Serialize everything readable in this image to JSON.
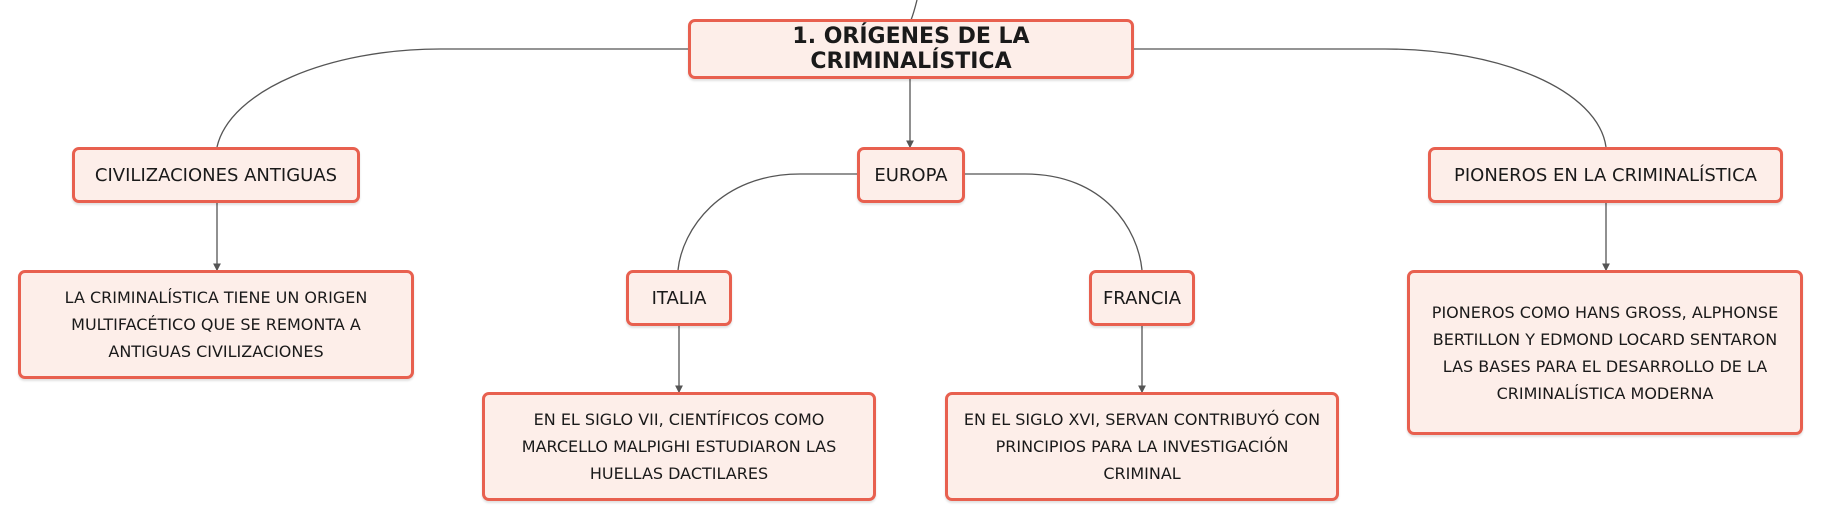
{
  "colors": {
    "node_fill": "#fdeee9",
    "node_border": "#e8604f",
    "edge": "#555555"
  },
  "root": {
    "label": "1. ORÍGENES DE LA CRIMINALÍSTICA"
  },
  "branches": {
    "civilizaciones": {
      "label": "CIVILIZACIONES ANTIGUAS"
    },
    "europa": {
      "label": "EUROPA"
    },
    "pioneros": {
      "label": "PIONEROS EN LA CRIMINALÍSTICA"
    },
    "italia": {
      "label": "ITALIA"
    },
    "francia": {
      "label": "FRANCIA"
    }
  },
  "leaves": {
    "civilizaciones": {
      "text": "LA CRIMINALÍSTICA TIENE UN ORIGEN MULTIFACÉTICO QUE SE REMONTA A ANTIGUAS CIVILIZACIONES"
    },
    "italia": {
      "text": "EN EL SIGLO VII, CIENTÍFICOS COMO MARCELLO MALPIGHI ESTUDIARON LAS HUELLAS DACTILARES"
    },
    "francia": {
      "text": "EN EL SIGLO XVI, SERVAN CONTRIBUYÓ CON PRINCIPIOS PARA LA INVESTIGACIÓN CRIMINAL"
    },
    "pioneros": {
      "text": "PIONEROS COMO HANS GROSS, ALPHONSE BERTILLON Y EDMOND LOCARD SENTARON LAS BASES PARA EL DESARROLLO DE LA CRIMINALÍSTICA MODERNA"
    }
  }
}
